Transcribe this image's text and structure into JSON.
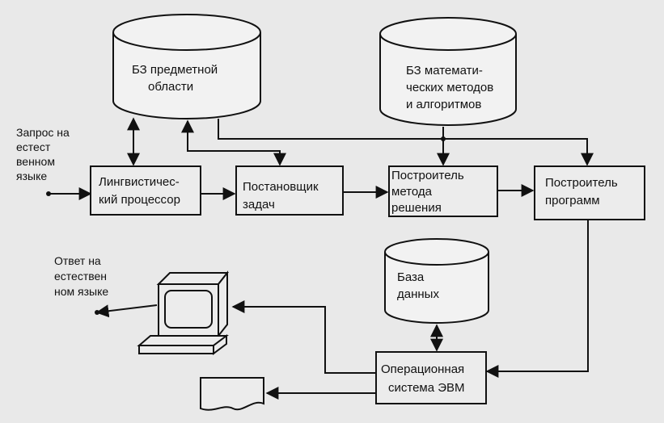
{
  "diagram": {
    "kb_domain": [
      "БЗ предметной",
      "области"
    ],
    "kb_methods": [
      "БЗ математи-",
      "ческих методов",
      "и алгоритмов"
    ],
    "input_query": [
      "Запрос на",
      "естест",
      "венном",
      "языке"
    ],
    "linguistic_processor": [
      "Лингвистичес-",
      "кий процессор"
    ],
    "task_setter": [
      "Постановщик",
      "задач"
    ],
    "method_builder": [
      "Построитель",
      "метода",
      "решения"
    ],
    "program_builder": [
      "Построитель",
      "программ"
    ],
    "answer": [
      "Ответ на",
      "естествен",
      "ном языке"
    ],
    "database": [
      "База",
      "данных"
    ],
    "os": [
      "Операционная",
      "система ЭВМ"
    ]
  }
}
